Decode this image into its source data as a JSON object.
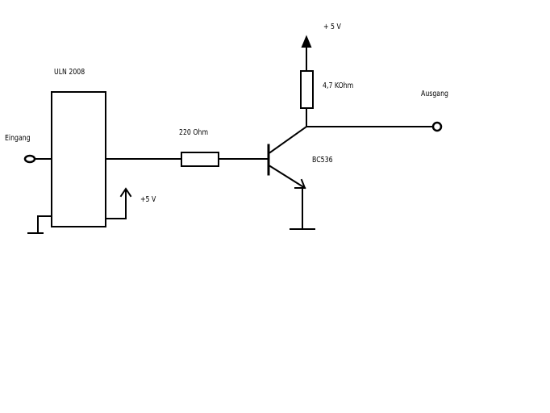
{
  "labels": {
    "ic": "ULN 2008",
    "input": "Eingang",
    "ic_supply": "+5 V",
    "base_resistor": "220 Ohm",
    "top_supply": "+ 5 V",
    "collector_resistor": "4,7 KOhm",
    "output": "Ausgang",
    "transistor": "BC536"
  },
  "colors": {
    "ink": "#000000",
    "background": "#ffffff"
  }
}
